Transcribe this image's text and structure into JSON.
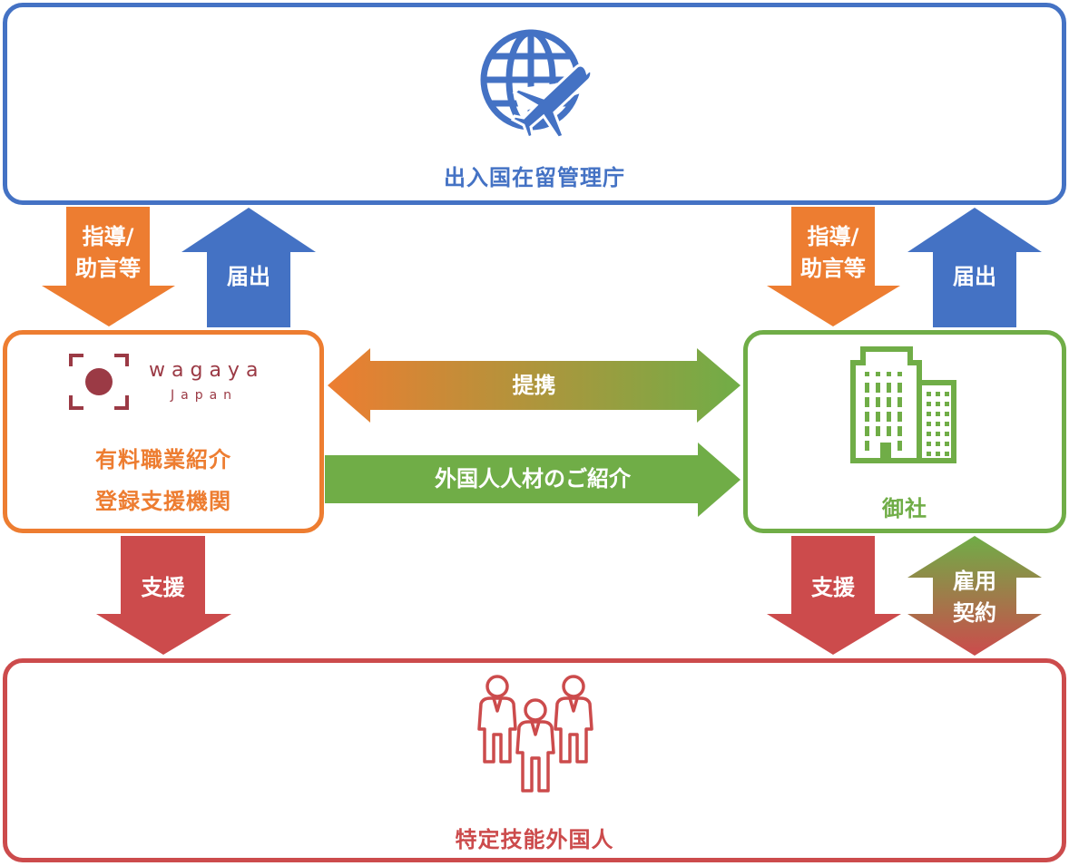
{
  "colors": {
    "blue": "#4472c4",
    "orange": "#ed7d31",
    "green": "#70ad47",
    "red": "#cc4b4c",
    "wagaya_brand": "#9b3a45"
  },
  "nodes": {
    "immigration": {
      "label": "出入国在留管理庁",
      "icon": "globe-airplane-icon"
    },
    "wagaya": {
      "logo_word": "wagaya",
      "logo_sub": "Japan",
      "line1": "有料職業紹介",
      "line2": "登録支援機関",
      "icon": "wagaya-logo-icon"
    },
    "client": {
      "label": "御社",
      "icon": "office-buildings-icon"
    },
    "workers": {
      "label": "特定技能外国人",
      "icon": "business-people-icon"
    }
  },
  "arrows": {
    "guidance_left": {
      "line1": "指導/",
      "line2": "助言等",
      "direction": "down"
    },
    "report_left": {
      "label": "届出",
      "direction": "up"
    },
    "guidance_right": {
      "line1": "指導/",
      "line2": "助言等",
      "direction": "down"
    },
    "report_right": {
      "label": "届出",
      "direction": "up"
    },
    "partnership": {
      "label": "提携",
      "direction": "both"
    },
    "introduction": {
      "label": "外国人人材のご紹介",
      "direction": "right"
    },
    "support_left": {
      "label": "支援",
      "direction": "down"
    },
    "support_right": {
      "label": "支援",
      "direction": "down"
    },
    "employment": {
      "line1": "雇用",
      "line2": "契約",
      "direction": "both"
    }
  }
}
